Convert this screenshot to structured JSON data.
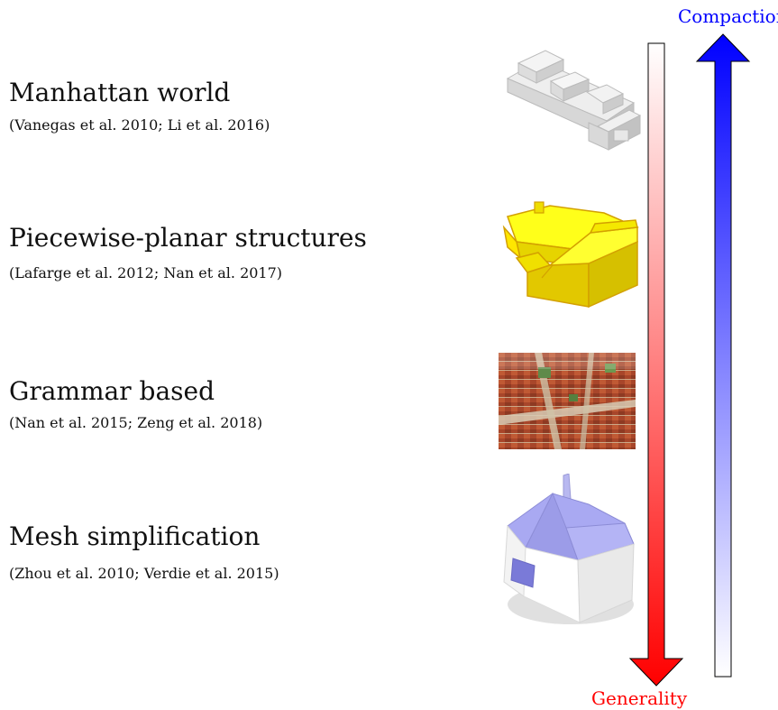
{
  "rows": [
    {
      "title": "Manhattan world",
      "cite": "(Vanegas et al. 2010; Li et al. 2016)",
      "icon": "grey-block-building-icon"
    },
    {
      "title": "Piecewise-planar structures",
      "cite": "(Lafarge et al. 2012; Nan et al. 2017)",
      "icon": "yellow-roof-building-icon"
    },
    {
      "title": "Grammar based",
      "cite": "(Nan et al. 2015; Zeng et al. 2018)",
      "icon": "aerial-city-icon"
    },
    {
      "title": "Mesh simplification",
      "cite": "(Zhou et al. 2010; Verdie et al. 2015)",
      "icon": "purple-roof-house-icon"
    }
  ],
  "arrows": {
    "compaction": {
      "label": "Compaction",
      "color": "#0000ff"
    },
    "generality": {
      "label": "Generality",
      "color": "#ff0000"
    }
  }
}
